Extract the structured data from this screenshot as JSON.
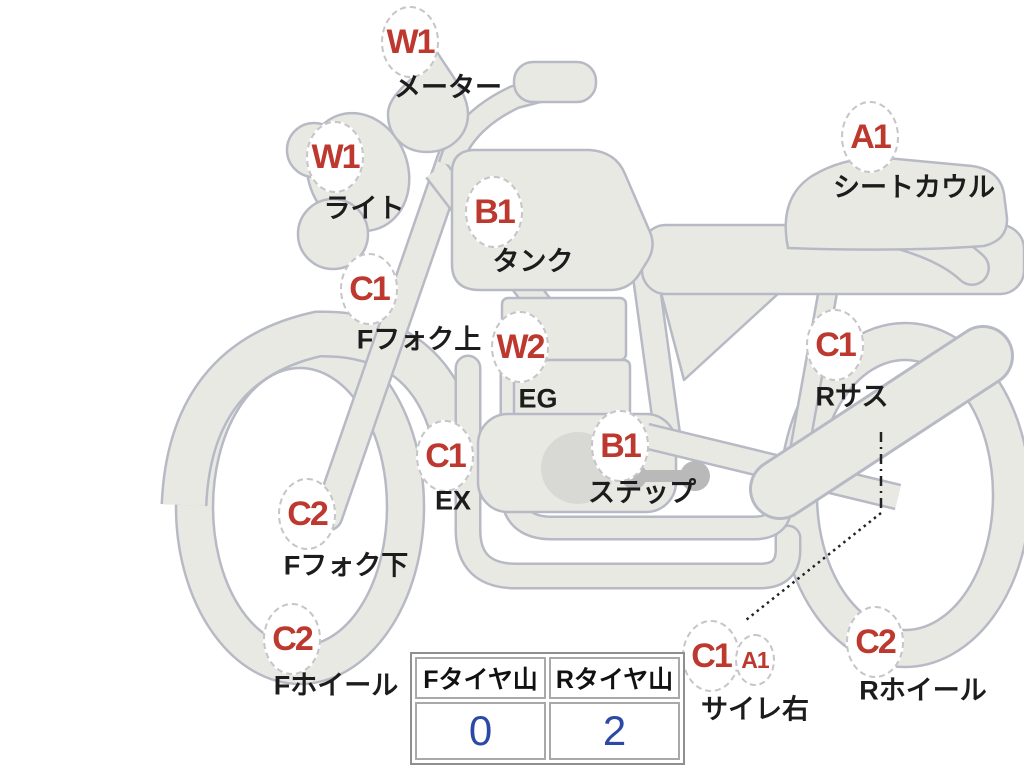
{
  "diagram_type": "motorcycle-condition-diagram",
  "parts": [
    {
      "code": "W1",
      "label": "メーター"
    },
    {
      "code": "W1",
      "label": "ライト"
    },
    {
      "code": "B1",
      "label": "タンク"
    },
    {
      "code": "A1",
      "label": "シートカウル"
    },
    {
      "code": "C1",
      "label": "Fフォク上"
    },
    {
      "code": "W2",
      "label": "EG"
    },
    {
      "code": "C1",
      "label": "Rサス"
    },
    {
      "code": "C1",
      "label": "EX"
    },
    {
      "code": "B1",
      "label": "ステップ"
    },
    {
      "code": "C2",
      "label": "Fフォク下"
    },
    {
      "code": "C2",
      "label": "Fホイール"
    },
    {
      "code": "C1",
      "extra_code": "A1",
      "label": "サイレ右"
    },
    {
      "code": "C2",
      "label": "Rホイール"
    }
  ],
  "tire_table": {
    "columns": [
      {
        "header": "Fタイヤ山",
        "value": "0"
      },
      {
        "header": "Rタイヤ山",
        "value": "2"
      }
    ]
  },
  "colors": {
    "badge_text": "#bd382e",
    "badge_border": "#c6c6ca",
    "part_label_text": "#1c1c1c",
    "tire_value_text": "#2b4aa5",
    "body_fill": "#e9e9e4",
    "body_outline": "#b7bac4",
    "step_fill": "#b9b9b9",
    "annotation_line": "#222222"
  }
}
